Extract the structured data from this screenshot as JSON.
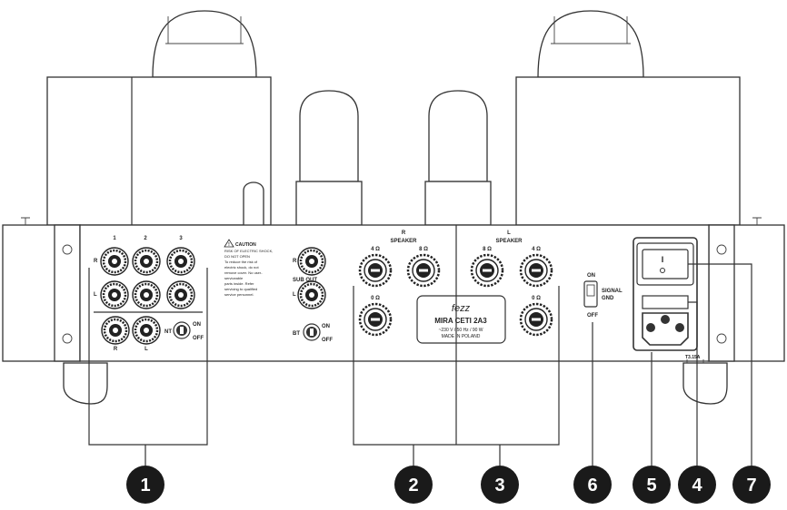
{
  "panel": {
    "rca_numbers": [
      "1",
      "2",
      "3"
    ],
    "row_r": "R",
    "row_l": "L",
    "bottom_r": "R",
    "bottom_l": "L",
    "nt_label": "NT",
    "nt_on": "ON",
    "nt_off": "OFF",
    "caution_title": "CAUTION",
    "caution_lines": [
      "RISK OF ELECTRIC SHOCK,",
      "DO NOT OPEN",
      "To reduce the risk of",
      "electric shock, do not",
      "remove cover. No user-",
      "serviceable",
      "parts inside. Refer",
      "servicing to qualified",
      "service personnel."
    ],
    "sub_out": "SUB OUT",
    "sub_r": "R",
    "sub_l": "L",
    "bt_label": "BT",
    "bt_on": "ON",
    "bt_off": "OFF",
    "speaker_r_title": "R",
    "speaker_r_sub": "SPEAKER",
    "speaker_l_title": "L",
    "speaker_l_sub": "SPEAKER",
    "ohm_4": "4 Ω",
    "ohm_8": "8 Ω",
    "ohm_0": "0 Ω",
    "signal_on": "ON",
    "signal_off": "OFF",
    "signal_gnd": "SIGNAL GND",
    "fuse": "T3.15A"
  },
  "plate": {
    "logo": "fezz",
    "model": "MIRA CETI 2A3",
    "spec": "~230 V / 50 Hz / 90 W",
    "origin": "MADE IN POLAND"
  },
  "callouts": [
    "1",
    "2",
    "3",
    "6",
    "5",
    "4",
    "7"
  ]
}
